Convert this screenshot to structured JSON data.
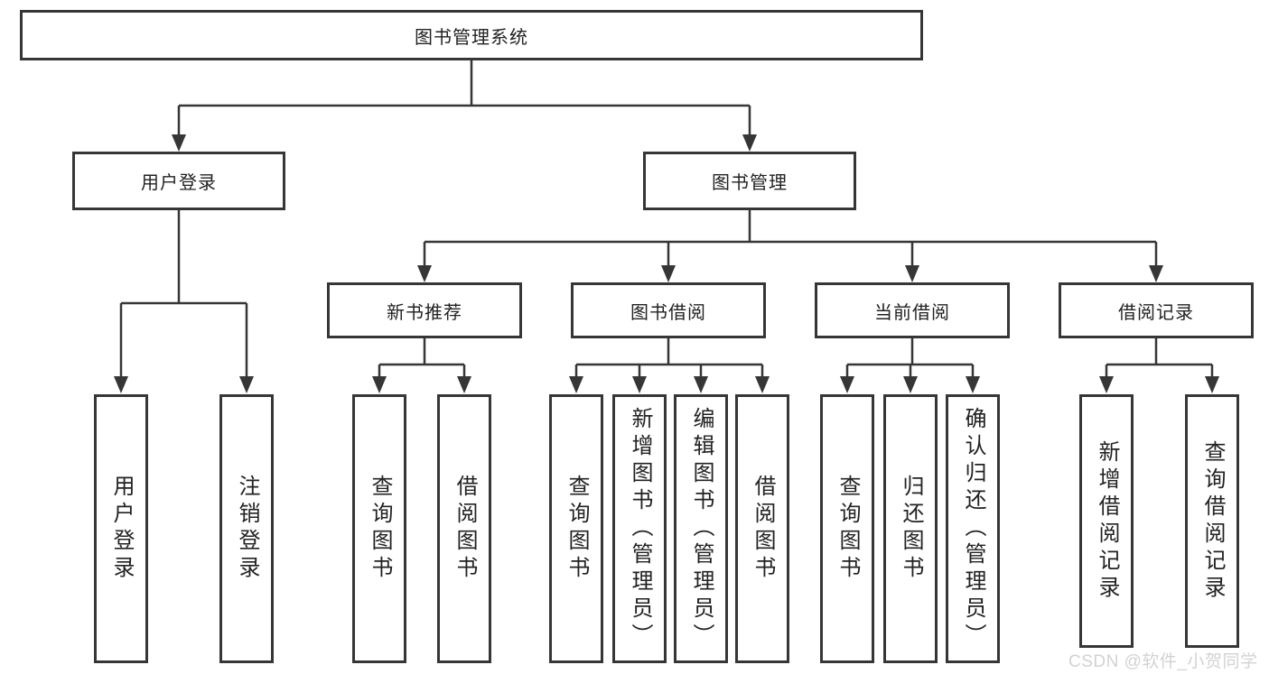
{
  "tree": {
    "root": "图书管理系统",
    "branches": [
      {
        "label": "用户登录",
        "leaves": [
          "用户登录",
          "注销登录"
        ]
      },
      {
        "label": "图书管理",
        "groups": [
          {
            "label": "新书推荐",
            "leaves": [
              "查询图书",
              "借阅图书"
            ]
          },
          {
            "label": "图书借阅",
            "leaves": [
              "查询图书",
              "新增图书（管理员）",
              "编辑图书（管理员）",
              "借阅图书"
            ]
          },
          {
            "label": "当前借阅",
            "leaves": [
              "查询图书",
              "归还图书",
              "确认归还（管理员）"
            ]
          },
          {
            "label": "借阅记录",
            "leaves": [
              "新增借阅记录",
              "查询借阅记录"
            ]
          }
        ]
      }
    ]
  },
  "watermark": {
    "text": "CSDN @软件_小贺同学"
  },
  "colors": {
    "line": "#363636",
    "box_border": "#363636",
    "box_fill": "#ffffff",
    "text": "#222222",
    "watermark": "#cccccc",
    "background": "#ffffff"
  }
}
